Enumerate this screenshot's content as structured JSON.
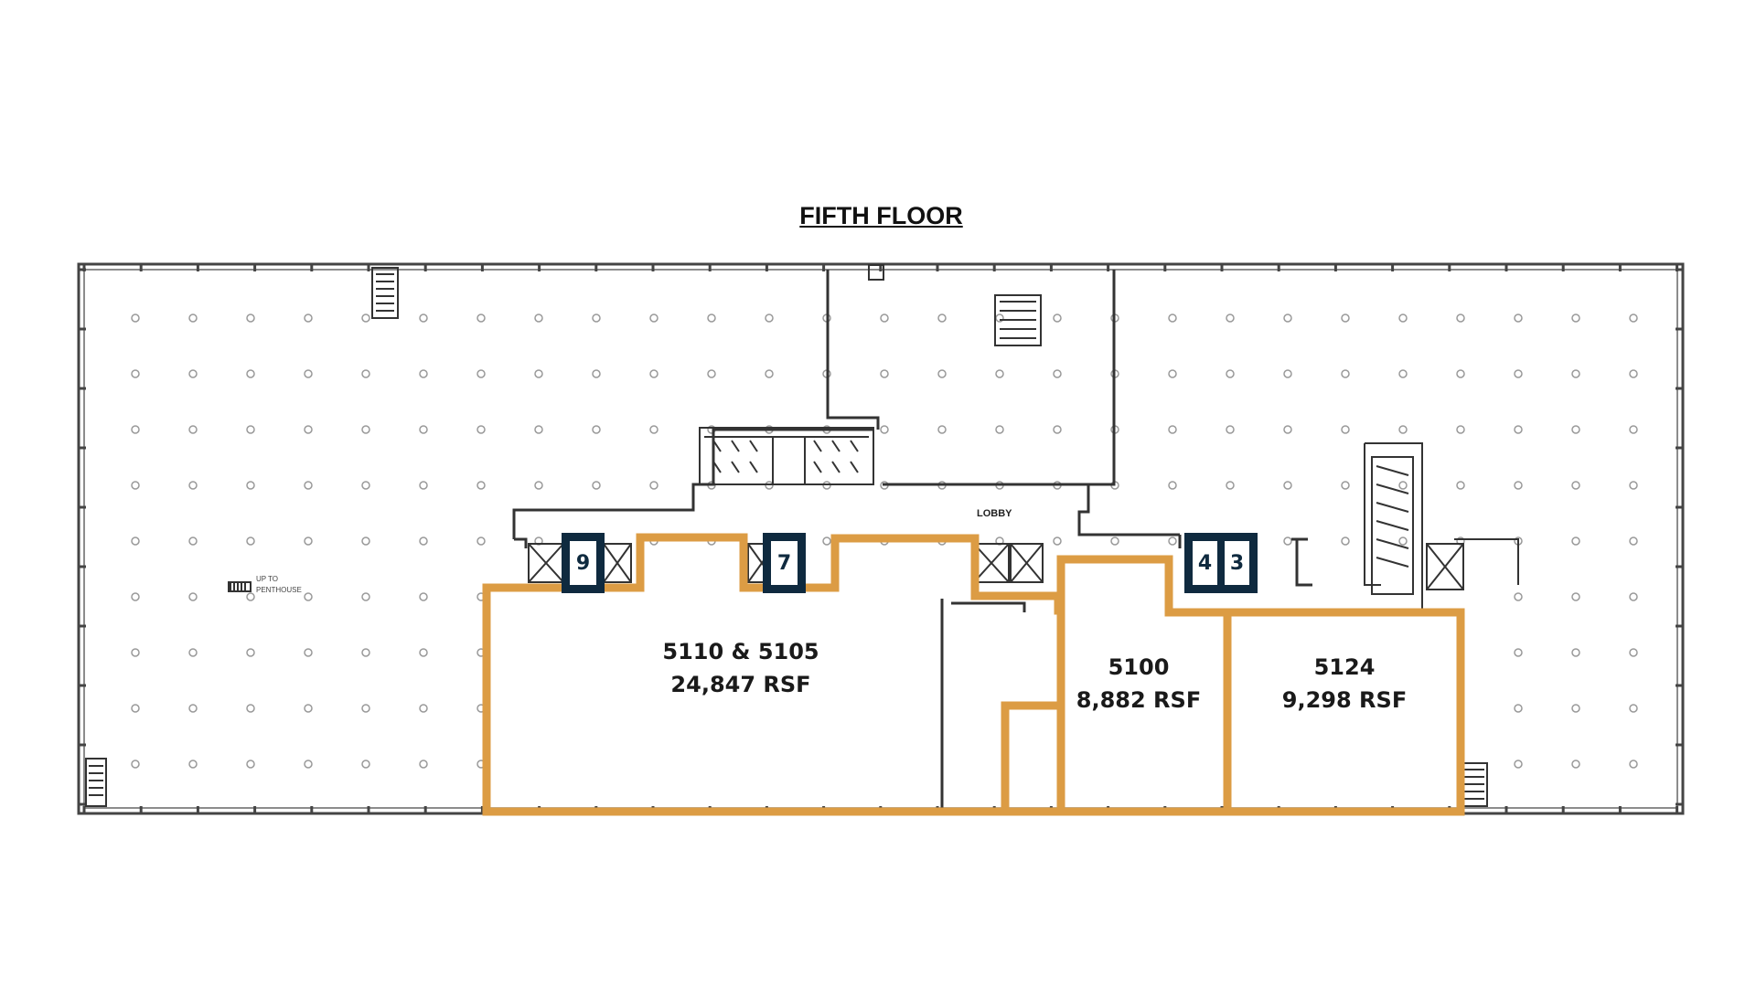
{
  "title": "FIFTH FLOOR",
  "labels": {
    "lobby": "LOBBY",
    "penthouse_line1": "UP TO",
    "penthouse_line2": "PENTHOUSE"
  },
  "elevators": [
    {
      "id": "9",
      "label": "9"
    },
    {
      "id": "7",
      "label": "7"
    },
    {
      "id": "4",
      "label": "4"
    },
    {
      "id": "3",
      "label": "3"
    }
  ],
  "suites": [
    {
      "id": "5110-5105",
      "name": "5110 & 5105",
      "area": "24,847 RSF"
    },
    {
      "id": "5100",
      "name": "5100",
      "area": "8,882 RSF"
    },
    {
      "id": "5124",
      "name": "5124",
      "area": "9,298 RSF"
    }
  ],
  "colors": {
    "highlight": "#dc9c44",
    "wall": "#444444",
    "elevator": "#0f2a3f"
  }
}
